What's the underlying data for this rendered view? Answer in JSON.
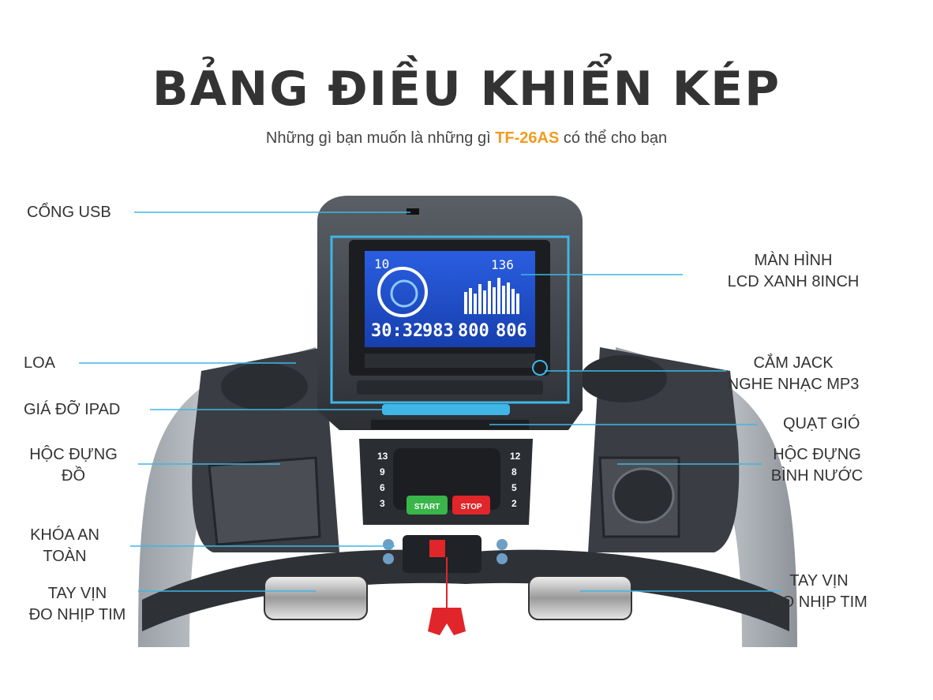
{
  "header": {
    "title": "BẢNG ĐIỀU KHIỂN KÉP",
    "subtitle_before": "Những gì bạn muốn là những gì ",
    "model": "TF-26AS",
    "subtitle_after": " có thể cho bạn"
  },
  "colors": {
    "accent": "#f39a1e",
    "callout_line": "#3fb6e6",
    "lcd_blue": "#1f4fc9",
    "start_green": "#39b54a",
    "stop_red": "#e0262a",
    "safety_key_red": "#e0262a"
  },
  "labels": {
    "usb": "CỔNG USB",
    "lcd_line1": "MÀN HÌNH",
    "lcd_line2": "LCD XANH 8INCH",
    "speaker": "LOA",
    "mp3_line1": "CẮM JACK",
    "mp3_line2": "NGHE NHẠC MP3",
    "ipad": "GIÁ ĐỠ IPAD",
    "fan": "QUẠT GIÓ",
    "storage_line1": "HỘC ĐỰNG",
    "storage_line2": "ĐỒ",
    "bottle_line1": "HỘC ĐỰNG",
    "bottle_line2": "BÌNH NƯỚC",
    "safety_line1": "KHÓA AN",
    "safety_line2": "TOÀN",
    "grip_left_line1": "TAY VỊN",
    "grip_left_line2": "ĐO NHỊP TIM",
    "grip_right_line1": "TAY VỊN",
    "grip_right_line2": "ĐO NHỊP TIM"
  },
  "display": {
    "incline": "10",
    "pulse": "136",
    "time": "30:32",
    "distance": "983",
    "speed": "800",
    "calorie": "806"
  },
  "console": {
    "start_label": "START",
    "stop_label": "STOP",
    "left_keys": [
      "13",
      "9",
      "6",
      "3"
    ],
    "right_keys": [
      "12",
      "8",
      "5",
      "2"
    ]
  }
}
